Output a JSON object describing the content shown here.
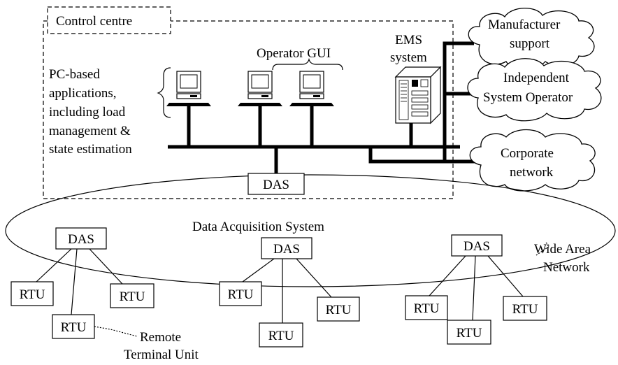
{
  "control_centre": {
    "label": "Control centre"
  },
  "pc_apps": {
    "lines": [
      "PC-based",
      "applications,",
      "including load",
      "management &",
      "state estimation"
    ]
  },
  "operator_gui": {
    "label": "Operator GUI"
  },
  "ems": {
    "lines": [
      "EMS",
      "system"
    ]
  },
  "clouds": {
    "manufacturer": {
      "lines": [
        "Manufacturer",
        "support"
      ]
    },
    "iso": {
      "lines": [
        "Independent",
        "System Operator"
      ]
    },
    "corporate": {
      "lines": [
        "Corporate",
        "network"
      ]
    }
  },
  "das": {
    "label": "DAS"
  },
  "wan_ring": {
    "label": "Data Acquisition System"
  },
  "wan_note": {
    "lines": [
      "Wide Area",
      "Network"
    ]
  },
  "rtu": {
    "label": "RTU"
  },
  "rtu_note": {
    "lines": [
      "Remote",
      "Terminal Unit"
    ]
  }
}
